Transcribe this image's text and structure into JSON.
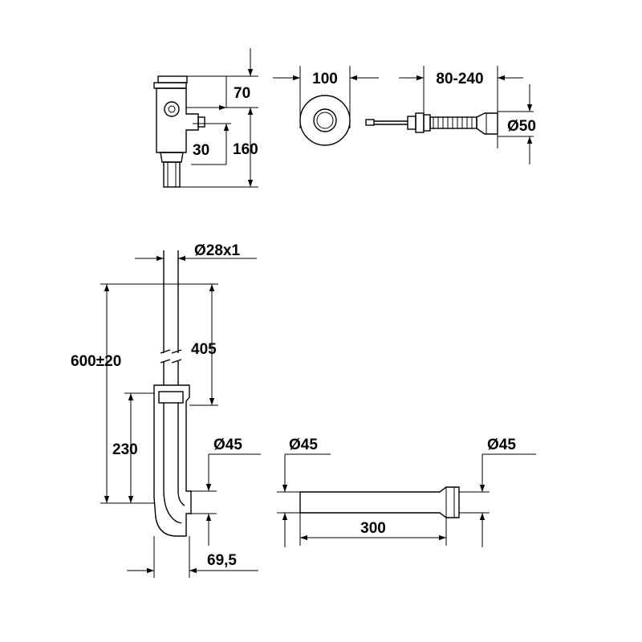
{
  "dimensions": {
    "flush_valve_top_height": "70",
    "flush_valve_offset": "30",
    "flush_valve_height": "160",
    "rosette_diameter": "100",
    "wall_depth_range": "80-240",
    "push_button_diameter": "Ø50",
    "flush_pipe_diameter": "Ø28x1",
    "pipe_upper_length": "405",
    "total_height": "600±20",
    "trap_height": "230",
    "trap_outlet_diameter": "Ø45",
    "trap_offset": "69,5",
    "extension_inlet_diameter": "Ø45",
    "extension_outlet_diameter": "Ø45",
    "extension_length": "300"
  }
}
